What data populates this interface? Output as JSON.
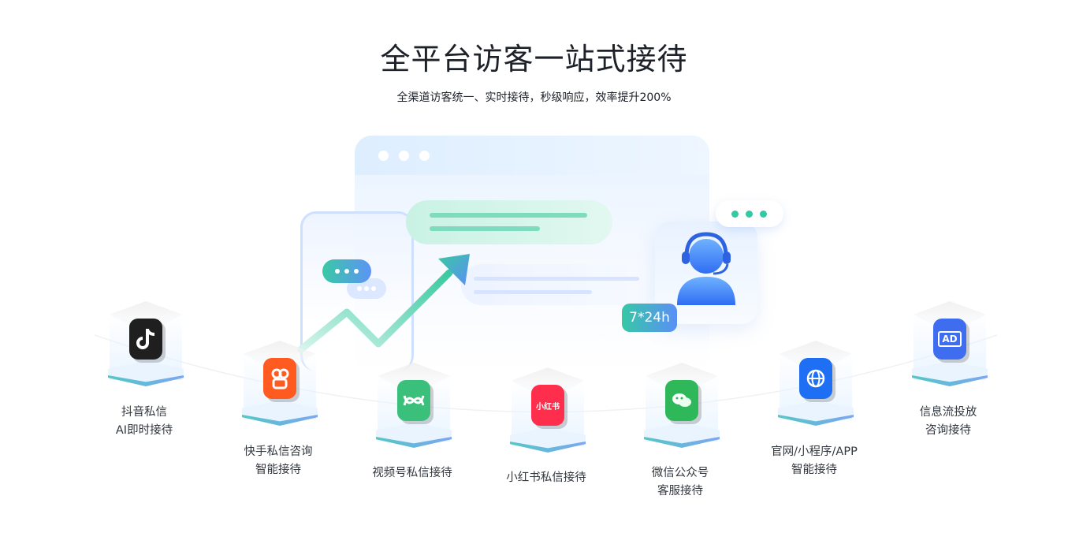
{
  "header": {
    "title": "全平台访客一站式接待",
    "subtitle": "全渠道访客统一、实时接待，秒级响应，效率提升200%"
  },
  "illustration": {
    "badge": "7*24h"
  },
  "platforms": [
    {
      "line1": "抖音私信",
      "line2": "AI即时接待",
      "icon": "douyin-icon",
      "color": "#1f1f1f"
    },
    {
      "line1": "快手私信咨询",
      "line2": "智能接待",
      "icon": "kuaishou-icon",
      "color": "#ff5a1f"
    },
    {
      "line1": "视频号私信接待",
      "line2": "",
      "icon": "channels-icon",
      "color": "#3bc07c"
    },
    {
      "line1": "小红书私信接待",
      "line2": "",
      "icon": "xiaohongshu-icon",
      "icon_text": "小红书",
      "color": "#ff2e4d"
    },
    {
      "line1": "微信公众号",
      "line2": "客服接待",
      "icon": "wechat-icon",
      "color": "#2fb85a"
    },
    {
      "line1": "官网/小程序/APP",
      "line2": "智能接待",
      "icon": "globe-icon",
      "color": "#1f6ff5"
    },
    {
      "line1": "信息流投放",
      "line2": "咨询接待",
      "icon": "ad-icon",
      "icon_text": "AD",
      "color": "#3f6df0"
    }
  ]
}
